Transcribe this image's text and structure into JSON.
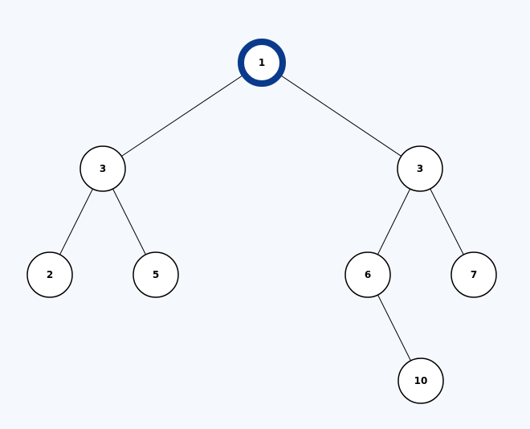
{
  "tree": {
    "highlight_color": "#0a3a8c",
    "nodes": [
      {
        "id": "n1",
        "label": "1",
        "highlighted": true
      },
      {
        "id": "n3a",
        "label": "3",
        "highlighted": false
      },
      {
        "id": "n3b",
        "label": "3",
        "highlighted": false
      },
      {
        "id": "n2",
        "label": "2",
        "highlighted": false
      },
      {
        "id": "n5",
        "label": "5",
        "highlighted": false
      },
      {
        "id": "n6",
        "label": "6",
        "highlighted": false
      },
      {
        "id": "n7",
        "label": "7",
        "highlighted": false
      },
      {
        "id": "n10",
        "label": "10",
        "highlighted": false
      }
    ],
    "edges": [
      {
        "from": "n1",
        "to": "n3a"
      },
      {
        "from": "n1",
        "to": "n3b"
      },
      {
        "from": "n3a",
        "to": "n2"
      },
      {
        "from": "n3a",
        "to": "n5"
      },
      {
        "from": "n3b",
        "to": "n6"
      },
      {
        "from": "n3b",
        "to": "n7"
      },
      {
        "from": "n6",
        "to": "n10"
      }
    ]
  }
}
